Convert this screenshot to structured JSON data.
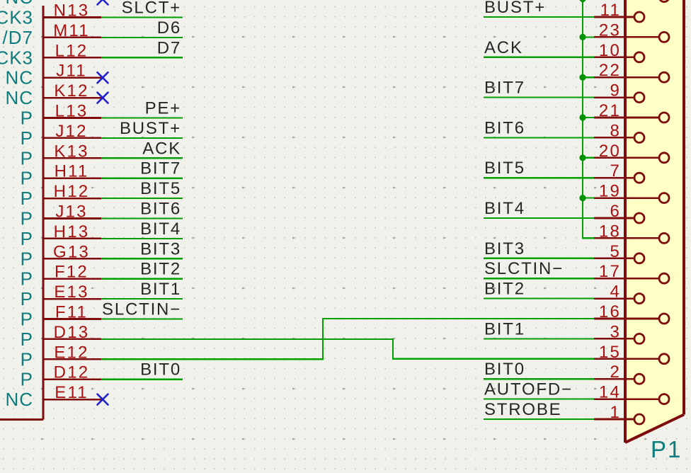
{
  "colors": {
    "background": "#F1F1EC",
    "grid_dot": "#BDBDB8",
    "wire_green": "#00A000",
    "junction_green": "#009500",
    "component_maroon": "#7E0C0C",
    "pin_number_red": "#A81212",
    "pin_name_teal": "#0E7C7C",
    "net_label_black": "#262626",
    "no_connect_blue": "#2222CC",
    "connector_fill_yellow": "#FFFFC6"
  },
  "left_component": {
    "description": "IC symbol, right edge visible with pins exiting to the right",
    "top_partial_pin": {
      "name": "NC",
      "no_connect": true
    },
    "pins": [
      {
        "number": "N13",
        "name": "CK3",
        "label": "SLCT+"
      },
      {
        "number": "M11",
        "name": "/D7",
        "label": "D6"
      },
      {
        "number": "L12",
        "name": "CK3",
        "label": "D7"
      },
      {
        "number": "J11",
        "name": "NC",
        "no_connect": true
      },
      {
        "number": "K12",
        "name": "NC",
        "no_connect": true
      },
      {
        "number": "L13",
        "name": "P",
        "label": "PE+"
      },
      {
        "number": "J12",
        "name": "P",
        "label": "BUST+"
      },
      {
        "number": "K13",
        "name": "P",
        "label": "ACK"
      },
      {
        "number": "H11",
        "name": "P",
        "label": "BIT7"
      },
      {
        "number": "H12",
        "name": "P",
        "label": "BIT5"
      },
      {
        "number": "J13",
        "name": "P",
        "label": "BIT6"
      },
      {
        "number": "H13",
        "name": "P",
        "label": "BIT4"
      },
      {
        "number": "G13",
        "name": "P",
        "label": "BIT3"
      },
      {
        "number": "F12",
        "name": "P",
        "label": "BIT2"
      },
      {
        "number": "E13",
        "name": "P",
        "label": "BIT1"
      },
      {
        "number": "F11",
        "name": "P",
        "label": "SLCTIN−"
      },
      {
        "number": "D13",
        "name": "P",
        "route": "D13_to_15"
      },
      {
        "number": "E12",
        "name": "P",
        "route": "E12_to_16"
      },
      {
        "number": "D12",
        "name": "P",
        "label": "BIT0"
      },
      {
        "number": "E11",
        "name": "NC",
        "no_connect": true
      }
    ]
  },
  "connector": {
    "reference": "P1",
    "description": "DB-style connector, pins entering from the left, staggered pads",
    "top_partial_pin": {
      "bus": true,
      "col": "far"
    },
    "pins": [
      {
        "number": "11",
        "label": "BUST+",
        "col": "near"
      },
      {
        "number": "23",
        "bus": true,
        "col": "far"
      },
      {
        "number": "10",
        "label": "ACK",
        "col": "near"
      },
      {
        "number": "22",
        "bus": true,
        "col": "far"
      },
      {
        "number": "9",
        "label": "BIT7",
        "col": "near"
      },
      {
        "number": "21",
        "bus": true,
        "col": "far"
      },
      {
        "number": "8",
        "label": "BIT6",
        "col": "near"
      },
      {
        "number": "20",
        "bus": true,
        "col": "far"
      },
      {
        "number": "7",
        "label": "BIT5",
        "col": "near"
      },
      {
        "number": "19",
        "bus": true,
        "col": "far"
      },
      {
        "number": "6",
        "label": "BIT4",
        "col": "near"
      },
      {
        "number": "18",
        "bus": true,
        "bus_end": true,
        "col": "far"
      },
      {
        "number": "5",
        "label": "BIT3",
        "col": "near"
      },
      {
        "number": "17",
        "label": "SLCTIN−",
        "col": "far"
      },
      {
        "number": "4",
        "label": "BIT2",
        "col": "near"
      },
      {
        "number": "16",
        "route_in": "E12_to_16",
        "col": "far"
      },
      {
        "number": "3",
        "label": "BIT1",
        "col": "near"
      },
      {
        "number": "15",
        "route_in": "D13_to_15",
        "col": "far"
      },
      {
        "number": "2",
        "label": "BIT0",
        "col": "near"
      },
      {
        "number": "14",
        "label": "AUTOFD−",
        "col": "far"
      },
      {
        "number": "1",
        "label": "STROBE",
        "col": "near"
      }
    ]
  },
  "routes": {
    "E12_to_16": {
      "from_pin": "E12",
      "to_pin": "16"
    },
    "D13_to_15": {
      "from_pin": "D13",
      "to_pin": "15"
    }
  }
}
